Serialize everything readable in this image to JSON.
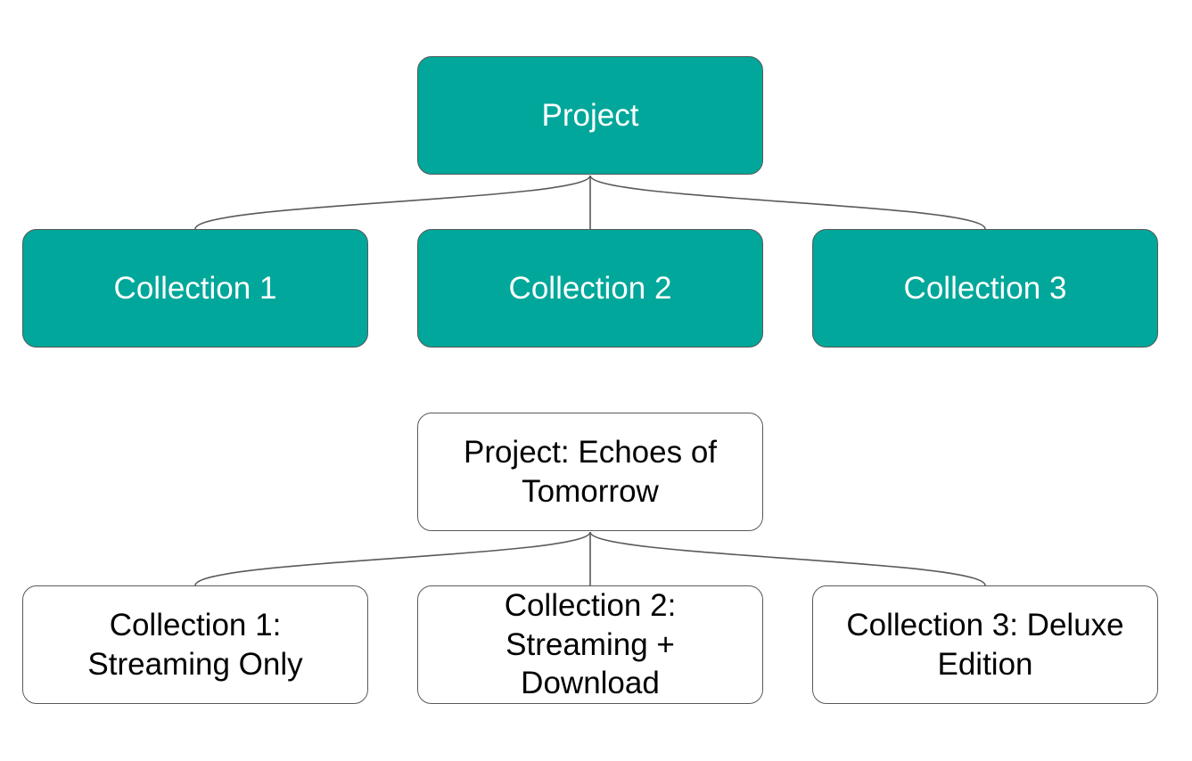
{
  "colors": {
    "fill": "#00a79a",
    "stroke": "#595959",
    "fill_text": "#ffffff",
    "outline_text": "#000000"
  },
  "generic_tree": {
    "root": "Project",
    "children": [
      "Collection 1",
      "Collection 2",
      "Collection 3"
    ]
  },
  "example_tree": {
    "root": "Project: Echoes of Tomorrow",
    "children": [
      "Collection 1: Streaming Only",
      "Collection 2: Streaming + Download",
      "Collection 3: Deluxe Edition"
    ]
  }
}
